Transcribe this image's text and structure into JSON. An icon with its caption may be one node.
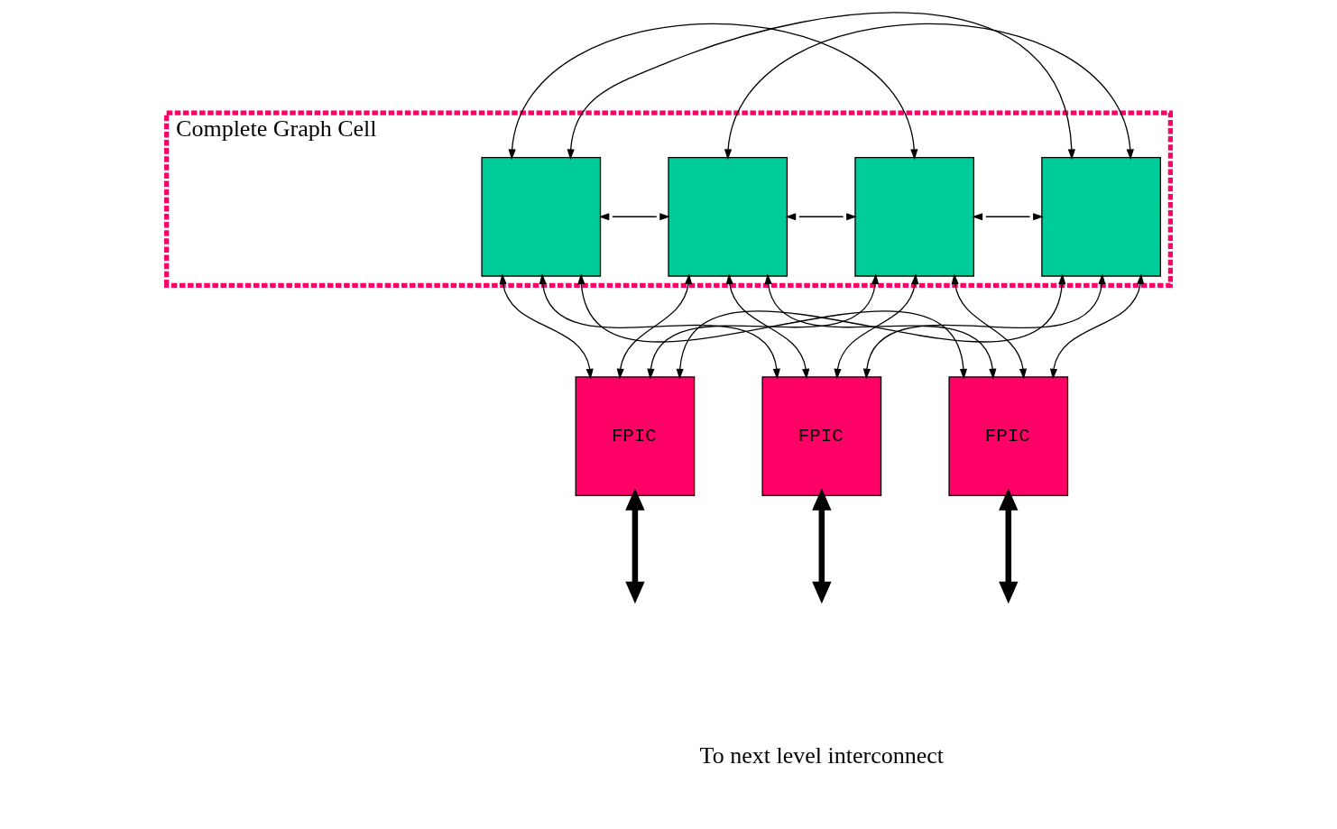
{
  "diagram": {
    "nodes": [
      {
        "text": [
          "Complete Graph Cell"
        ]
      },
      {
        "text": [],
        "shape": "box",
        "in": 0
      },
      {
        "text": [],
        "shape": "box",
        "in": 0
      },
      {
        "text": [],
        "shape": "box",
        "in": 0
      },
      {
        "text": [],
        "shape": "box",
        "in": 0
      },
      {
        "text": [
          "FPIC"
        ]
      },
      {
        "text": [
          "FPIC"
        ]
      },
      {
        "text": [
          "FPIC"
        ]
      }
    ],
    "edges": [
      {
        "from": 1,
        "to": 3,
        "arrow": "both"
      },
      {
        "from": 1,
        "to": 4,
        "arrow": "both"
      },
      {
        "from": 2,
        "to": 4,
        "arrow": "both"
      },
      {
        "from": 1,
        "to": 2,
        "arrow": "both"
      },
      {
        "from": 2,
        "to": 3,
        "arrow": "both"
      },
      {
        "from": 3,
        "to": 4,
        "arrow": "both"
      },
      {
        "from": 1,
        "to": 5,
        "arrow": "both"
      },
      {
        "from": 1,
        "to": 6,
        "arrow": "both"
      },
      {
        "from": 1,
        "to": 7,
        "arrow": "both"
      },
      {
        "from": 2,
        "to": 5,
        "arrow": "both"
      },
      {
        "from": 2,
        "to": 6,
        "arrow": "both"
      },
      {
        "from": 2,
        "to": 7,
        "arrow": "both"
      },
      {
        "from": 3,
        "to": 5,
        "arrow": "both"
      },
      {
        "from": 3,
        "to": 6,
        "arrow": "both"
      },
      {
        "from": 3,
        "to": 7,
        "arrow": "both"
      },
      {
        "from": 4,
        "to": 5,
        "arrow": "both"
      },
      {
        "from": 4,
        "to": 6,
        "arrow": "both"
      },
      {
        "from": 4,
        "to": 7,
        "arrow": "both"
      },
      {
        "from": 5,
        "to": null,
        "arrow": "both",
        "style": "thick"
      },
      {
        "from": 6,
        "to": null,
        "arrow": "both",
        "style": "thick"
      },
      {
        "from": 7,
        "to": null,
        "arrow": "both",
        "style": "thick"
      }
    ],
    "labels": [
      "To next level interconnect"
    ]
  }
}
